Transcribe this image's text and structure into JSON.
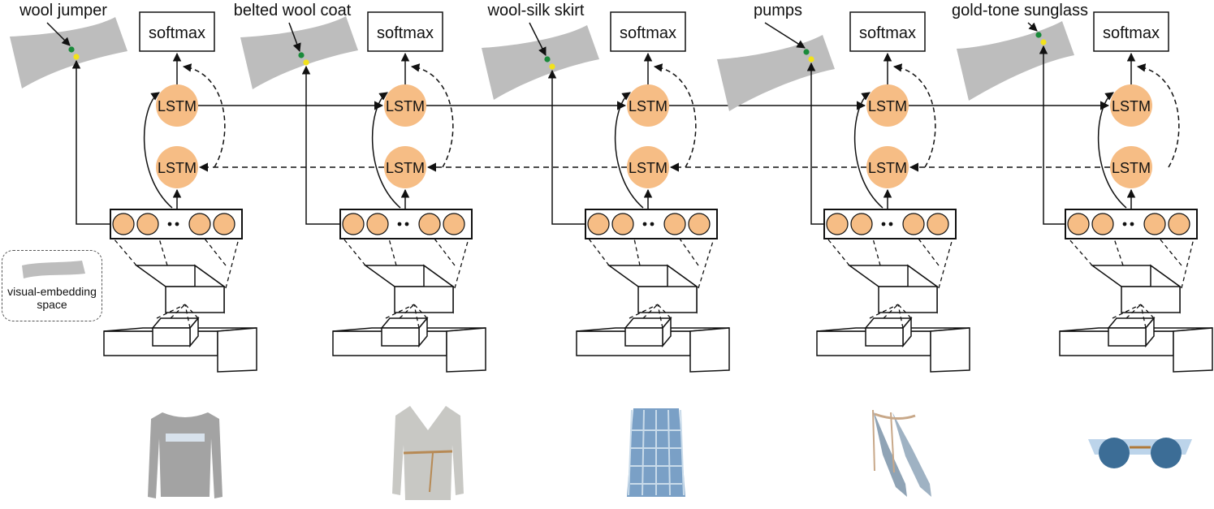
{
  "legend": {
    "line1": "visual-embedding",
    "line2": "space"
  },
  "colors": {
    "lstm_fill": "#f6bd85",
    "embed_plane": "#bdbdbd",
    "dot_green": "#1a8a3a",
    "dot_yellow": "#f2e21b",
    "stroke": "#111111"
  },
  "columns": [
    {
      "label": "wool jumper",
      "softmax": "softmax",
      "lstm_forward": "LSTM",
      "lstm_backward": "LSTM",
      "item_icon": "sweater-icon"
    },
    {
      "label": "belted wool coat",
      "softmax": "softmax",
      "lstm_forward": "LSTM",
      "lstm_backward": "LSTM",
      "item_icon": "coat-icon"
    },
    {
      "label": "wool-silk skirt",
      "softmax": "softmax",
      "lstm_forward": "LSTM",
      "lstm_backward": "LSTM",
      "item_icon": "skirt-icon"
    },
    {
      "label": "pumps",
      "softmax": "softmax",
      "lstm_forward": "LSTM",
      "lstm_backward": "LSTM",
      "item_icon": "pumps-icon"
    },
    {
      "label": "gold-tone sunglass",
      "softmax": "softmax",
      "lstm_forward": "LSTM",
      "lstm_backward": "LSTM",
      "item_icon": "sunglasses-icon"
    }
  ]
}
